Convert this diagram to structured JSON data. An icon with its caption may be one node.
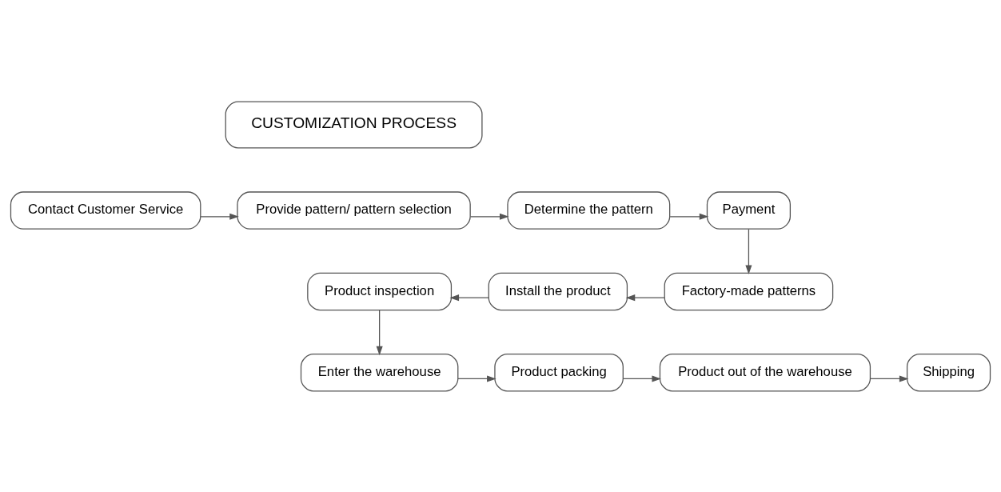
{
  "diagram": {
    "nodes": [
      {
        "text": [
          "CUSTOMIZATION PROCESS"
        ]
      },
      {
        "text": [
          "Contact Customer Service"
        ]
      },
      {
        "text": [
          "Provide pattern/ pattern selection"
        ]
      },
      {
        "text": [
          "Determine the pattern"
        ]
      },
      {
        "text": [
          "Payment"
        ]
      },
      {
        "text": [
          "Product inspection"
        ]
      },
      {
        "text": [
          "Install the product"
        ]
      },
      {
        "text": [
          "Factory-made patterns"
        ]
      },
      {
        "text": [
          "Enter the warehouse"
        ]
      },
      {
        "text": [
          "Product packing"
        ]
      },
      {
        "text": [
          "Product out of the warehouse"
        ]
      },
      {
        "text": [
          "Shipping"
        ]
      }
    ],
    "edges": [
      {
        "from": 1,
        "to": 2,
        "arrow": "to"
      },
      {
        "from": 2,
        "to": 3,
        "arrow": "to"
      },
      {
        "from": 3,
        "to": 4,
        "arrow": "to"
      },
      {
        "from": 4,
        "to": 7,
        "arrow": "to"
      },
      {
        "from": 7,
        "to": 6,
        "arrow": "to"
      },
      {
        "from": 6,
        "to": 5,
        "arrow": "to"
      },
      {
        "from": 5,
        "to": 8,
        "arrow": "to"
      },
      {
        "from": 8,
        "to": 9,
        "arrow": "to"
      },
      {
        "from": 9,
        "to": 10,
        "arrow": "to"
      },
      {
        "from": 10,
        "to": 11,
        "arrow": "to"
      }
    ]
  }
}
